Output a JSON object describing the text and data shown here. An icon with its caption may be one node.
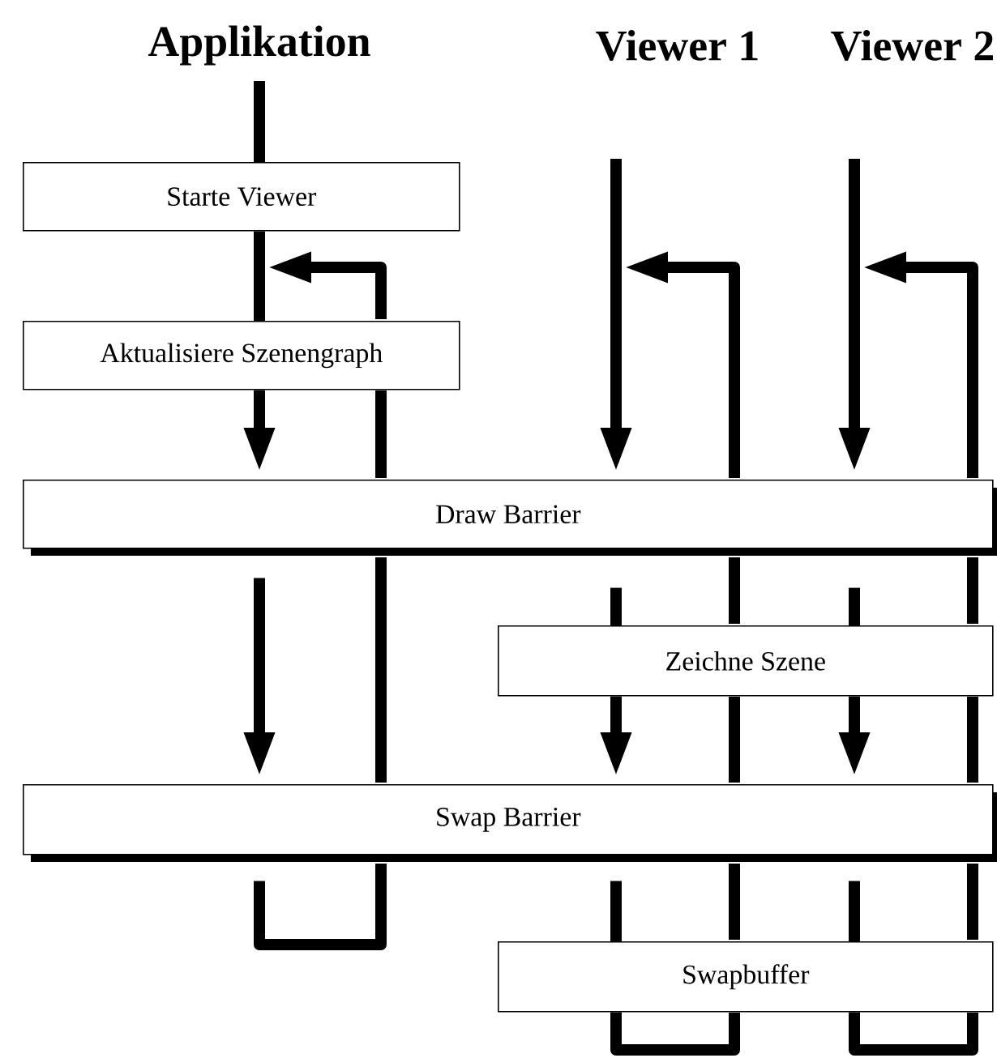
{
  "diagram": {
    "nodes": [
      {
        "text": [
          "Starte Viewer"
        ]
      },
      {
        "text": [
          "Aktualisiere Szenengraph"
        ]
      },
      {
        "text": [
          "Draw Barrier"
        ]
      },
      {
        "text": [
          "Zeichne Szene"
        ]
      },
      {
        "text": [
          "Swap Barrier"
        ]
      },
      {
        "text": [
          "Swapbuffer"
        ]
      }
    ],
    "edges": [
      {
        "from": null,
        "to": 0,
        "arrow": "none"
      },
      {
        "from": 0,
        "to": 1,
        "arrow": "none"
      },
      {
        "from": 1,
        "to": 2,
        "arrow": "to"
      },
      {
        "from": null,
        "to": 2,
        "arrow": "to"
      },
      {
        "from": null,
        "to": 2,
        "arrow": "to"
      },
      {
        "from": 2,
        "to": 4,
        "arrow": "to"
      },
      {
        "from": 2,
        "to": 3,
        "arrow": "none"
      },
      {
        "from": 3,
        "to": 4,
        "arrow": "to"
      },
      {
        "from": 2,
        "to": 3,
        "arrow": "none"
      },
      {
        "from": 3,
        "to": 4,
        "arrow": "to"
      },
      {
        "from": 4,
        "to": 5,
        "arrow": "none"
      },
      {
        "from": 4,
        "to": 5,
        "arrow": "none"
      },
      {
        "from": 4,
        "to": null,
        "arrow": "to"
      },
      {
        "from": 5,
        "to": null,
        "arrow": "to"
      },
      {
        "from": 5,
        "to": null,
        "arrow": "to"
      }
    ],
    "labels": [
      "Applikation",
      "Viewer 1",
      "Viewer 2"
    ]
  }
}
